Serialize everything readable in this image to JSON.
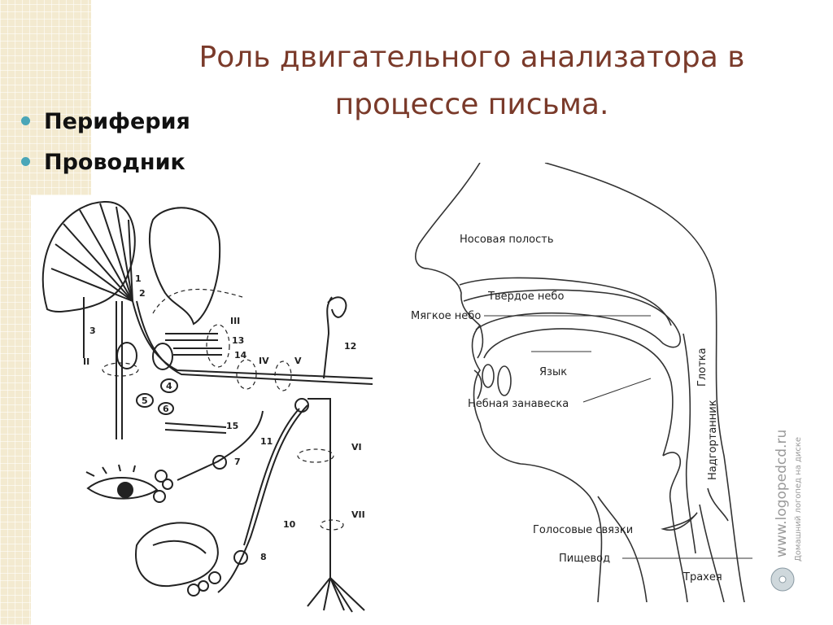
{
  "slide": {
    "title": "Роль двигательного анализатора в процессе письма.",
    "bullets": [
      "Периферия",
      "Проводник"
    ]
  },
  "nerve_diagram": {
    "labels": {
      "n1": "1",
      "n2": "2",
      "n3": "3",
      "II": "II",
      "III": "III",
      "n13": "13",
      "n14": "14",
      "IV": "IV",
      "V": "V",
      "n12": "12",
      "n4": "4",
      "n5": "5",
      "n6": "6",
      "n15": "15",
      "n11": "11",
      "n7": "7",
      "VI": "VI",
      "VII": "VII",
      "n10": "10",
      "n8": "8"
    }
  },
  "head_diagram": {
    "labels": {
      "nasal_cavity": "Носовая полость",
      "hard_palate": "Твердое небо",
      "soft_palate": "Мягкое небо",
      "tongue": "Язык",
      "pharynx": "Глотка",
      "velum": "Небная занавеска",
      "epiglottis": "Надгортанник",
      "vocal_cords": "Голосовые связки",
      "esophagus": "Пищевод",
      "trachea": "Трахея"
    }
  },
  "watermark": {
    "site": "www.logopedcd.ru",
    "tagline": "Домашний логопед на диске"
  },
  "colors": {
    "title": "#7a3a2a",
    "bullet_dot": "#4aa6b8",
    "strip": "#f3ead0"
  }
}
